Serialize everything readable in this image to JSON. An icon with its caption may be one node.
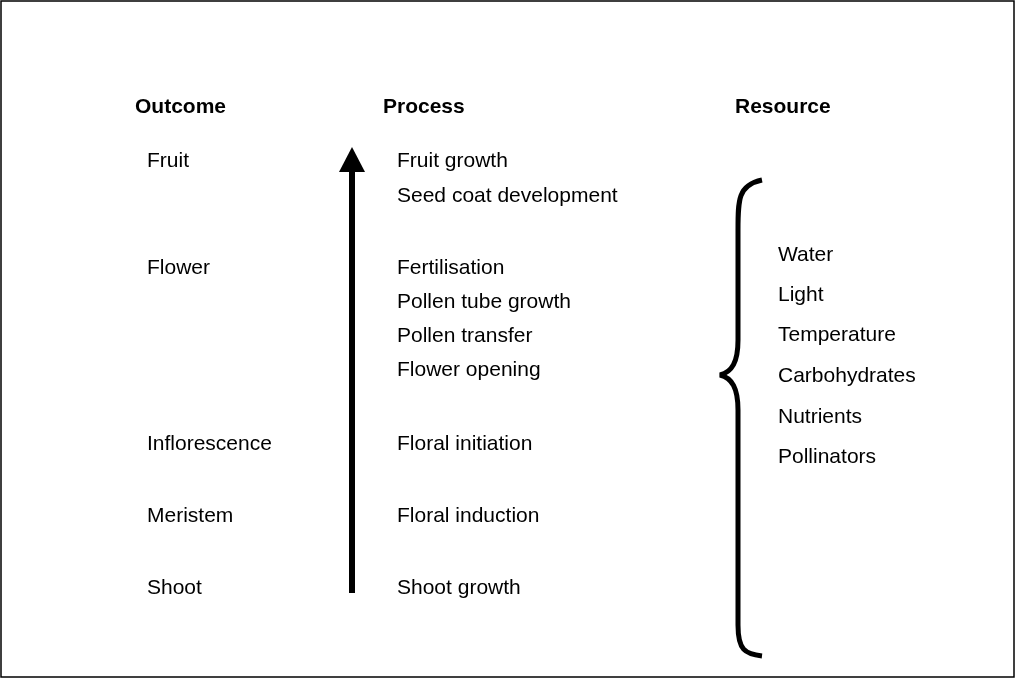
{
  "diagram": {
    "labels": [
      "Outcome",
      "Process",
      "Resource",
      "Fruit",
      "Fruit growth",
      "Seed coat development",
      "Water",
      "Flower",
      "Fertilisation",
      "Pollen tube growth",
      "Light",
      "Pollen transfer",
      "Temperature",
      "Flower opening",
      "Carbohydrates",
      "Inflorescence",
      "Floral initiation",
      "Nutrients",
      "Pollinators",
      "Meristem",
      "Floral induction",
      "Shoot",
      "Shoot growth"
    ]
  }
}
